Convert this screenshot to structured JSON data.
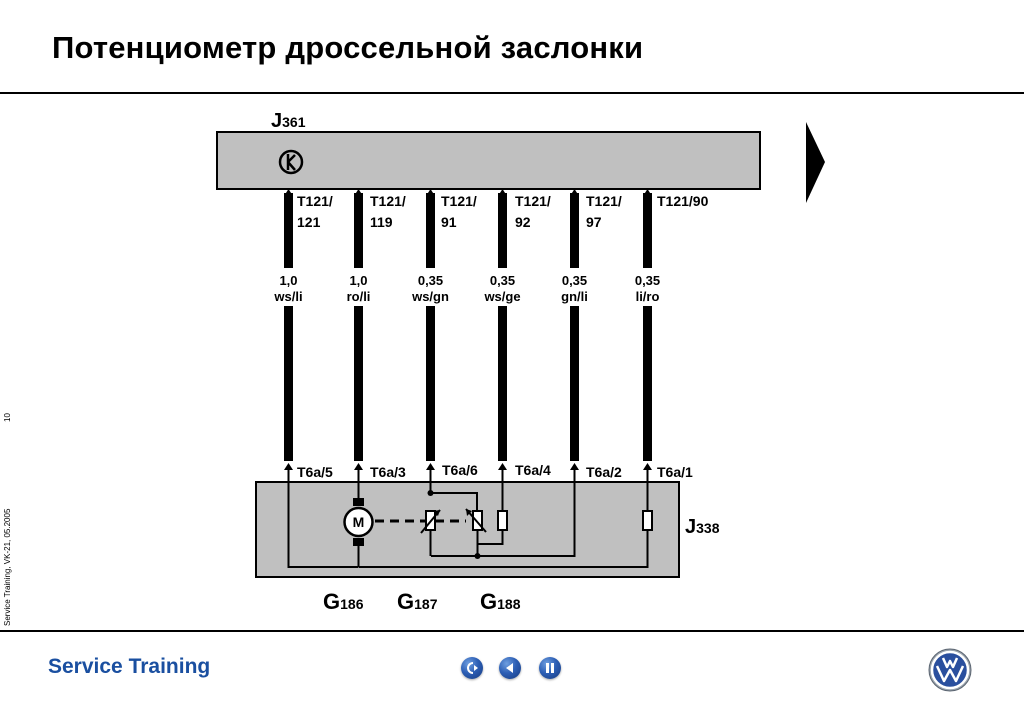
{
  "header": {
    "title": "Потенциометр дроссельной заслонки"
  },
  "side_note": "Service Training, VK-21, 05.2005",
  "page_number": "10",
  "diagram": {
    "control_unit": {
      "letter": "J",
      "number": "361"
    },
    "actuator": {
      "letter": "J",
      "number": "338"
    },
    "pins_top": [
      {
        "line1": "T121/",
        "line2": "121"
      },
      {
        "line1": "T121/",
        "line2": "119"
      },
      {
        "line1": "T121/",
        "line2": "91"
      },
      {
        "line1": "T121/",
        "line2": "92"
      },
      {
        "line1": "T121/",
        "line2": "97"
      },
      {
        "line1": "T121/90",
        "line2": ""
      }
    ],
    "wires": [
      {
        "size": "1,0",
        "color": "ws/li"
      },
      {
        "size": "1,0",
        "color": "ro/li"
      },
      {
        "size": "0,35",
        "color": "ws/gn"
      },
      {
        "size": "0,35",
        "color": "ws/ge"
      },
      {
        "size": "0,35",
        "color": "gn/li"
      },
      {
        "size": "0,35",
        "color": "li/ro"
      }
    ],
    "pins_bottom": [
      "T6a/5",
      "T6a/3",
      "T6a/6",
      "T6a/4",
      "T6a/2",
      "T6a/1"
    ],
    "motor_symbol": "M",
    "components": [
      {
        "letter": "G",
        "number": "186"
      },
      {
        "letter": "G",
        "number": "187"
      },
      {
        "letter": "G",
        "number": "188"
      }
    ]
  },
  "footer": {
    "label": "Service Training",
    "nav_icons": [
      "home-icon",
      "back-icon",
      "pause-icon"
    ],
    "logo": "vw-logo"
  },
  "colors": {
    "box_fill": "#c0c0c0",
    "accent": "#1a4fa0",
    "nav_button": "#2d5fb5"
  }
}
